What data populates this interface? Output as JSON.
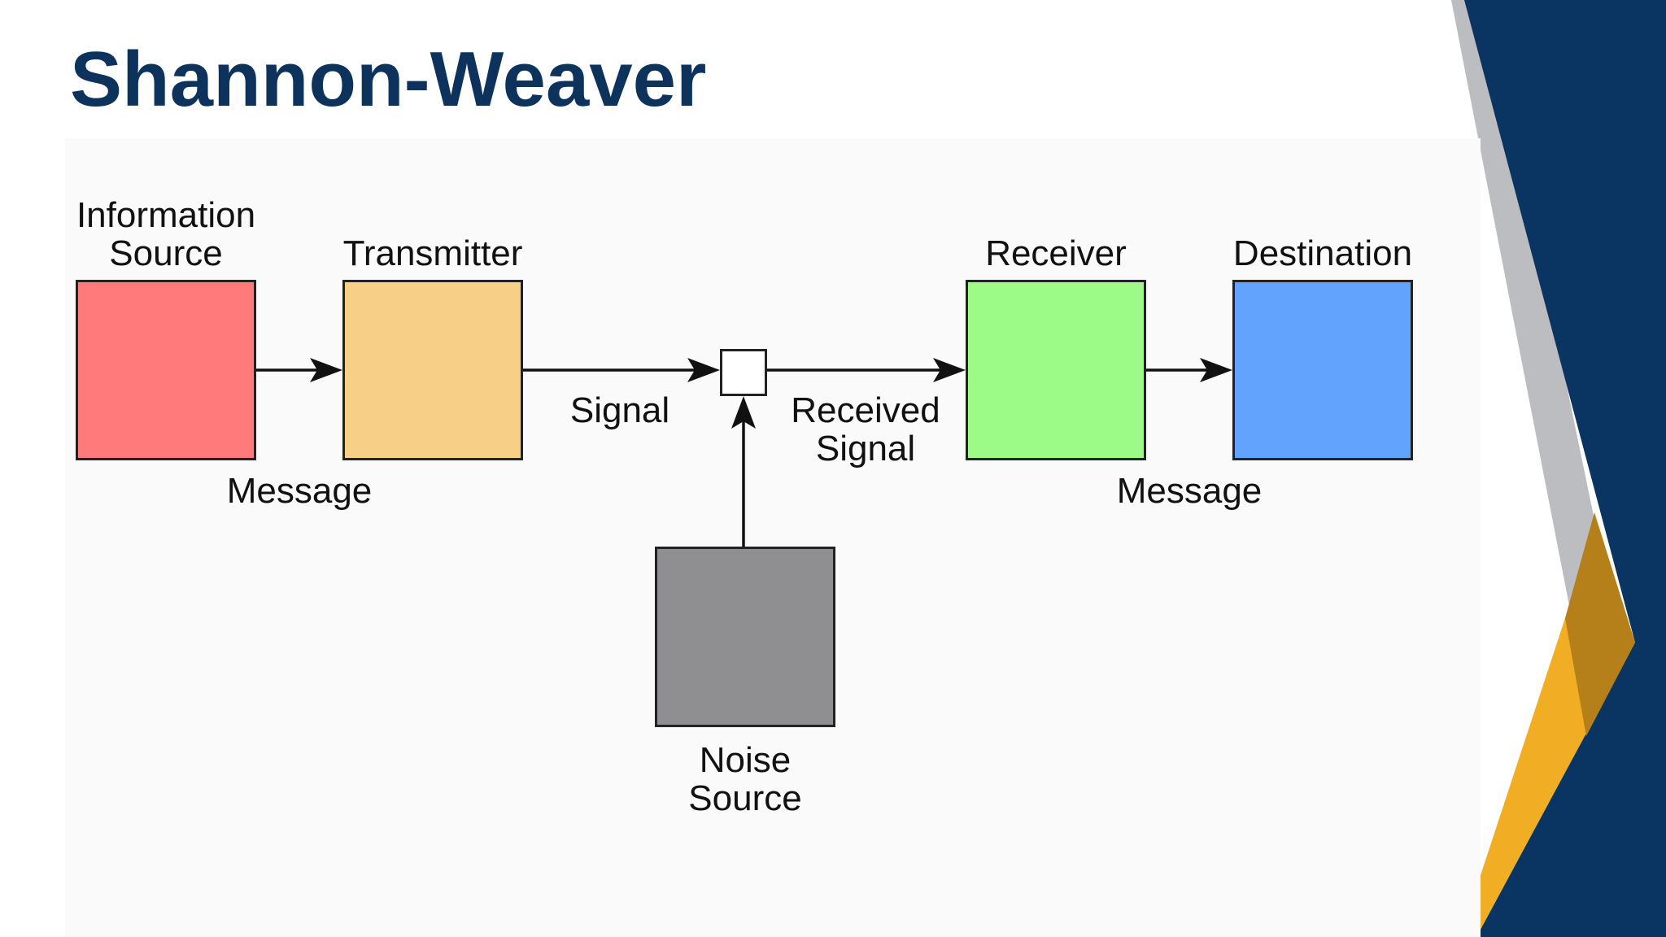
{
  "slide": {
    "title": "Shannon-Weaver"
  },
  "diagram": {
    "information_source": {
      "line1": "Information",
      "line2": "Source",
      "color": "#ff7b7b"
    },
    "transmitter": {
      "label": "Transmitter",
      "color": "#f7cf87"
    },
    "receiver": {
      "label": "Receiver",
      "color": "#9cfb86"
    },
    "destination": {
      "label": "Destination",
      "color": "#62a3fd"
    },
    "noise_source": {
      "line1": "Noise",
      "line2": "Source",
      "color": "#8f8e91"
    },
    "edges": {
      "message_left": "Message",
      "signal": "Signal",
      "received_signal_line1": "Received",
      "received_signal_line2": "Signal",
      "message_right": "Message"
    }
  },
  "theme": {
    "title_color": "#0d335d",
    "navy": "#0a3461",
    "gold": "#f1ad24",
    "gray": "#bcbdc1"
  }
}
